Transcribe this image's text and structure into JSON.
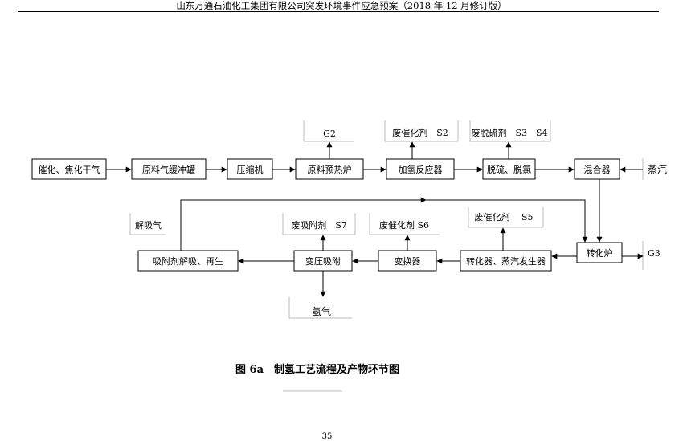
{
  "header": {
    "title": "山东万通石油化工集团有限公司突发环境事件应急预案（2018 年 12 月修订版）"
  },
  "diagram": {
    "nodes": {
      "feed_gas": "催化、焦化干气",
      "buffer_tank": "原料气缓冲罐",
      "compressor": "压缩机",
      "preheater": "原料预热炉",
      "hydro_reactor": "加氢反应器",
      "desulfur": "脱硫、脱氯",
      "mixer": "混合器",
      "reformer": "转化炉",
      "converter_steam": "转化器、蒸汽发生器",
      "shift": "变换器",
      "psa": "变压吸附",
      "regen": "吸附剂解吸、再生"
    },
    "labels": {
      "g2": "G2",
      "s2": "废催化剂　S2",
      "s3s4": "废脱硫剂　S3　S4",
      "steam": "蒸汽",
      "g3": "G3",
      "s5": "废催化剂　 S5",
      "s6": "废催化剂 S6",
      "s7": "废吸附剂　S7",
      "desorb_gas": "解吸气",
      "hydrogen": "氢气"
    }
  },
  "caption": "图 6a　制氢工艺流程及产物环节图",
  "page_number": "35"
}
